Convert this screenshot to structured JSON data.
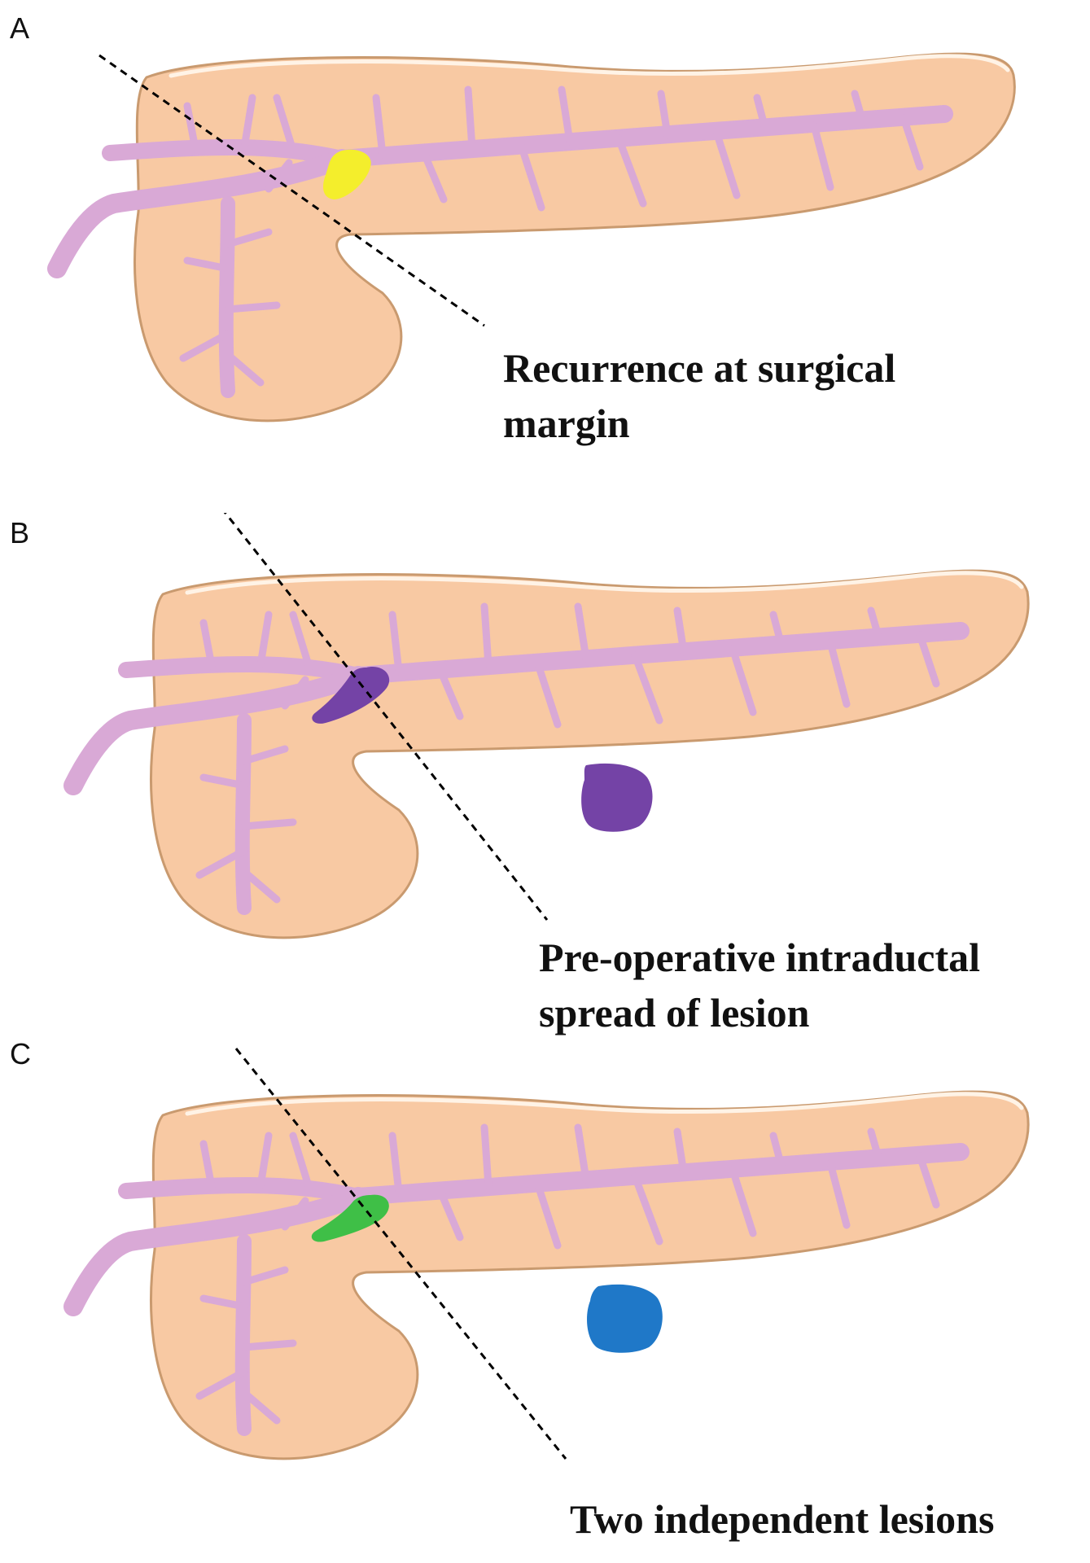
{
  "panels": [
    {
      "letter": "A",
      "caption_lines": [
        "Recurrence at surgical",
        "margin"
      ]
    },
    {
      "letter": "B",
      "caption_lines": [
        "Pre-operative intraductal",
        "spread of lesion"
      ]
    },
    {
      "letter": "C",
      "caption_lines": [
        "Two independent lesions"
      ]
    }
  ],
  "colors": {
    "pancreas_fill": "#f8c9a3",
    "pancreas_edge": "#c99a6f",
    "duct": "#d9a9d6",
    "lesion_yellow": "#f4ee2c",
    "lesion_purple": "#7443a6",
    "lesion_green": "#3fbf47",
    "lesion_blue": "#1f78c8"
  }
}
